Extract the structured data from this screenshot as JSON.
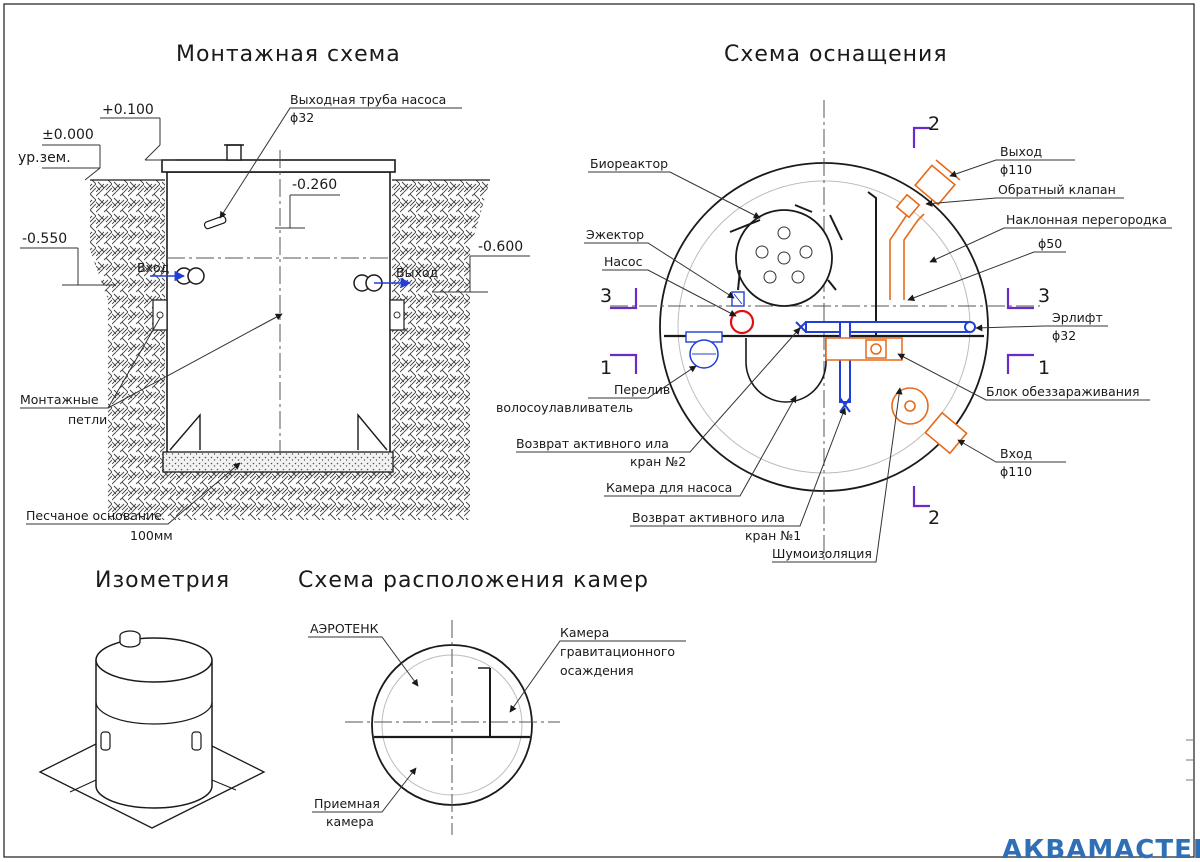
{
  "titles": {
    "montage": "Монтажная схема",
    "equipment": "Схема оснащения",
    "isometry": "Изометрия",
    "chambers": "Схема расположения камер"
  },
  "montage": {
    "levels": {
      "plus_0100": "+0.100",
      "zero": "±0.000",
      "ground": "ур.зем.",
      "minus_0260": "-0.260",
      "minus_0550": "-0.550",
      "minus_0600": "-0.600"
    },
    "labels": {
      "outlet_pipe": "Выходная труба насоса",
      "outlet_pipe_d": "ϕ32",
      "inlet": "Вход",
      "outlet": "Выход",
      "loops_1": "Монтажные",
      "loops_2": "петли",
      "sand_1": "Песчаное основание",
      "sand_2": "100мм"
    }
  },
  "equipment": {
    "labels": {
      "bioreactor": "Биореактор",
      "ejector": "Эжектор",
      "pump": "Насос",
      "overflow_1": "Перелив",
      "overflow_2": "волосоулавливатель",
      "return2_1": "Возврат активного ила",
      "return2_2": "кран №2",
      "pump_chamber": "Камера для насоса",
      "return1_1": "Возврат активного ила",
      "return1_2": "кран №1",
      "noise": "Шумоизоляция",
      "out_1": "Выход",
      "out_2": "ϕ110",
      "check_valve": "Обратный клапан",
      "partition": "Наклонная перегородка",
      "d50": "ϕ50",
      "airlift_1": "Эрлифт",
      "airlift_2": "ϕ32",
      "disinfection": "Блок обеззараживания",
      "in_1": "Вход",
      "in_2": "ϕ110"
    },
    "sections": {
      "s1": "1",
      "s2": "2",
      "s3": "3"
    }
  },
  "chambers": {
    "labels": {
      "aerotank": "АЭРОТЕНК",
      "settling_1": "Камера",
      "settling_2": "гравитационного",
      "settling_3": "осаждения",
      "receiving_1": "Приемная",
      "receiving_2": "камера"
    }
  },
  "watermark": "АКВАМАСТЕР",
  "colors": {
    "line": "#1a1a1a",
    "blue": "#1f3fd6",
    "red": "#e01010",
    "orange": "#e66a18",
    "purple": "#6a2bc8",
    "watermark": "#2f6fb5"
  }
}
